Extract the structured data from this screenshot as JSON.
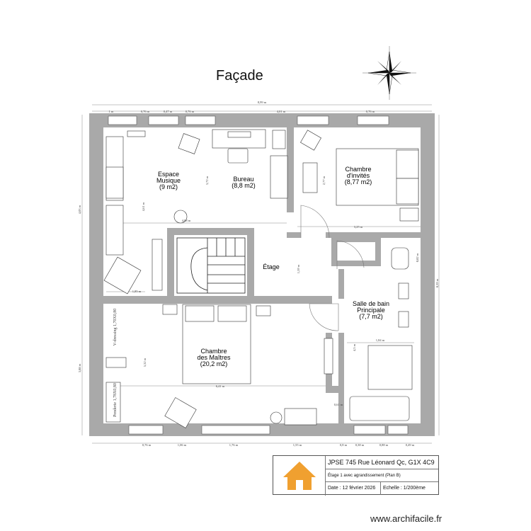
{
  "header": {
    "title": "Façade"
  },
  "rooms": {
    "music": {
      "name": "Espace",
      "name2": "Musique",
      "area": "(9 m2)"
    },
    "office": {
      "name": "Bureau",
      "area": "(8,8 m2)"
    },
    "guest": {
      "name": "Chambre",
      "name2": "d'invités",
      "area": "(8,77 m2)"
    },
    "landing": {
      "name": "Étage"
    },
    "master": {
      "name": "Chambre",
      "name2": "des Maîtres",
      "area": "(20,2 m2)"
    },
    "bath": {
      "name": "Salle de bain",
      "name2": "Principale",
      "area": "(7,7 m2)"
    }
  },
  "dimensions": {
    "total_width": "8,99 m",
    "top_1": "1 m",
    "top_2": "0,76 m",
    "top_3": "0,47 m",
    "top_4": "0,76 m",
    "top_5": "4,01 m",
    "top_6": "0,76 m",
    "bottom_1": "0,76 m",
    "bottom_2": "1,06 m",
    "bottom_3": "1,76 m",
    "bottom_4": "1,55 m",
    "bottom_5": "0,8 m",
    "bottom_6": "0,38 m",
    "bottom_7": "0,88 m",
    "bottom_8": "0,49 m",
    "left_height": "4,03 m",
    "left_height_2": "3,88 m",
    "right_height": "8,39 m",
    "music_width": "4,88 m",
    "music_height": "4,61 m",
    "office_height": "3,72 m",
    "guest_height": "2,77 m",
    "guest_width": "3,25 m",
    "landing_height": "1,59 m",
    "stair_left": "1,85 m",
    "master_width": "6,41 m",
    "master_height": "5,32 m",
    "bath_width": "1,84 m",
    "bath_height": "4,3 m",
    "bath_small": "0,61 m",
    "wc_dim": "0,82 m"
  },
  "wall_notes": {
    "left_upper": "V-dressing 1,70X0,80",
    "left_lower": "Penderie 1,78X0,80"
  },
  "title_block": {
    "project": "JPSE 745 Rue Léonard Qc, G1X 4C9",
    "subtitle": "Étage 1 avec agrandissement (Plan B)",
    "date": "Date : 12 février 2026",
    "scale": "Echelle : 1/200ème"
  },
  "footer": {
    "watermark": "www.archifacile.fr"
  },
  "colors": {
    "wall": "#a9a9a9",
    "logo": "#f0a030",
    "line": "#222222"
  }
}
